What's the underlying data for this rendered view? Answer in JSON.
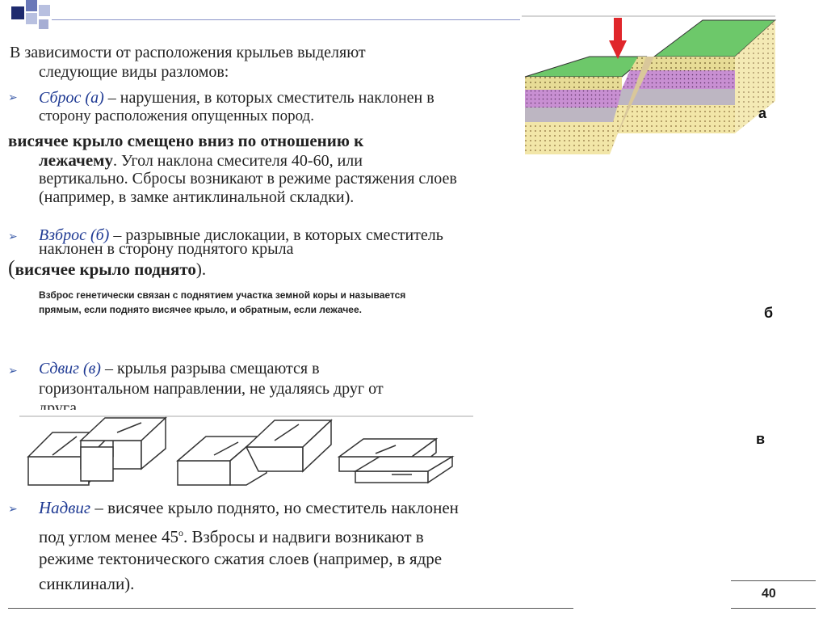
{
  "colors": {
    "accent_dark": "#1e2a6e",
    "accent_mid": "#6a78b8",
    "accent_light": "#b8c0e0",
    "term_blue": "#1f3a93"
  },
  "intro": {
    "line1": "В зависимости от расположения крыльев выделяют",
    "line2": "следующие виды разломов:"
  },
  "sbros": {
    "term": "Сброс (а)",
    "desc1": " – нарушения, в которых сместитель наклонен в",
    "desc2": "сторону расположения опущенных пород.",
    "bold1": "висячее крыло смещено вниз по отношению к",
    "bold2": "лежачему",
    "tail2": ". Угол наклона смесителя 40-60,  или",
    "line3": "вертикально. Сбросы возникают в режиме растяжения слоев",
    "line4": "(например, в замке антиклинальной складки)."
  },
  "vzbros": {
    "term": "Взброс (б)",
    "desc1": " – разрывные дислокации, в которых сместитель",
    "desc2": "наклонен в сторону поднятого крыла",
    "paren_open": "(",
    "bold": "висячее крыло поднято",
    "paren_close": ").",
    "note1": "Взброс генетически связан с поднятием участка земной коры и называется",
    "note2": "прямым, если поднято висячее крыло, и обратным, если лежачее."
  },
  "sdvig": {
    "term": "Сдвиг (в)",
    "desc1": " – крылья разрыва смещаются в",
    "desc2": "горизонтальном направлении, не удаляясь друг от",
    "desc3": "друга."
  },
  "nadvig": {
    "term": "Надвиг",
    "desc1": " – висячее крыло поднято, но сместитель наклонен",
    "desc2a": "под углом менее 45",
    "desc2sup": "о",
    "desc2b": ". Взбросы и надвиги возникают в",
    "desc3": "режиме тектонического сжатия слоев (например, в ядре",
    "desc4": "синклинали)."
  },
  "figure_labels": {
    "a": "а",
    "b": "б",
    "v": "в"
  },
  "page_number": "40"
}
